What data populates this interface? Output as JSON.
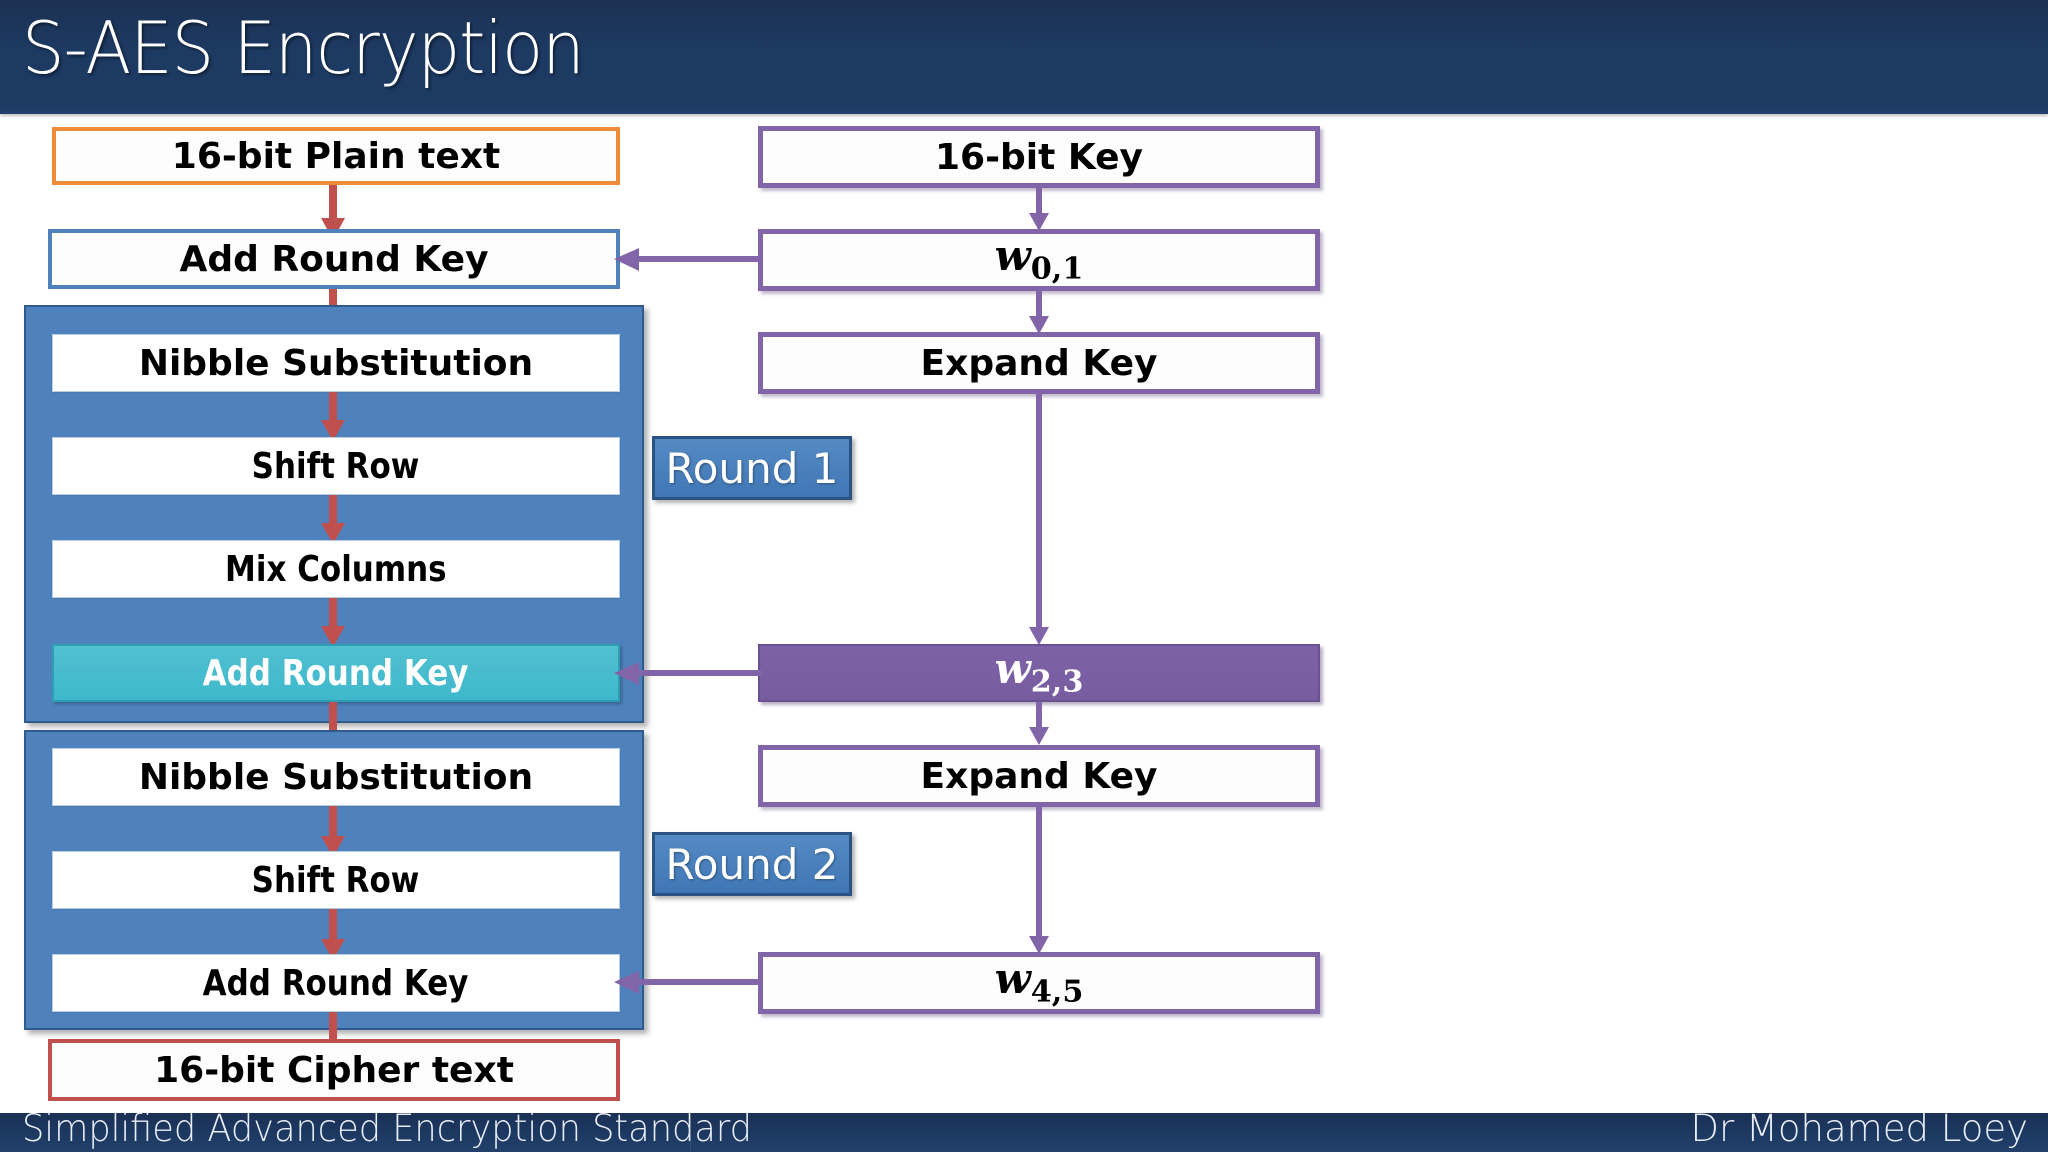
{
  "slide": {
    "title": "S-AES Encryption",
    "footer_left": "Simplified Advanced Encryption Standard",
    "footer_right": "Dr Mohamed Loey"
  },
  "colors": {
    "title_bar": "#1D3A63",
    "plain_text_border": "#ED8B3A",
    "cipher_text_border": "#C0504D",
    "round_block": "#4F82BD",
    "highlight_teal": "#3FB8CC",
    "key_border_purple": "#8265A8",
    "key_fill_purple": "#775CA0",
    "data_arrow_red": "#C0504D",
    "key_arrow_purple": "#8265A8"
  },
  "data_path": {
    "plain_text": "16-bit Plain text",
    "add_round_key_0": "Add Round Key",
    "cipher_text": "16-bit Cipher text"
  },
  "rounds": [
    {
      "badge": "Round 1",
      "steps": [
        {
          "label": "Nibble Substitution",
          "highlighted": false
        },
        {
          "label": "Shift Row",
          "highlighted": false
        },
        {
          "label": "Mix Columns",
          "highlighted": false
        },
        {
          "label": "Add Round Key",
          "highlighted": true
        }
      ]
    },
    {
      "badge": "Round 2",
      "steps": [
        {
          "label": "Nibble Substitution",
          "highlighted": false
        },
        {
          "label": "Shift Row",
          "highlighted": false
        },
        {
          "label": "Add Round Key",
          "highlighted": false
        }
      ]
    }
  ],
  "key_path": {
    "key": "16-bit Key",
    "w01_base": "w",
    "w01_sub": "0,1",
    "expand_key_1": "Expand Key",
    "w23_base": "w",
    "w23_sub": "2,3",
    "expand_key_2": "Expand Key",
    "w45_base": "w",
    "w45_sub": "4,5"
  },
  "icons": {
    "down_arrow": "down-arrow-icon",
    "left_arrow": "left-arrow-icon"
  }
}
